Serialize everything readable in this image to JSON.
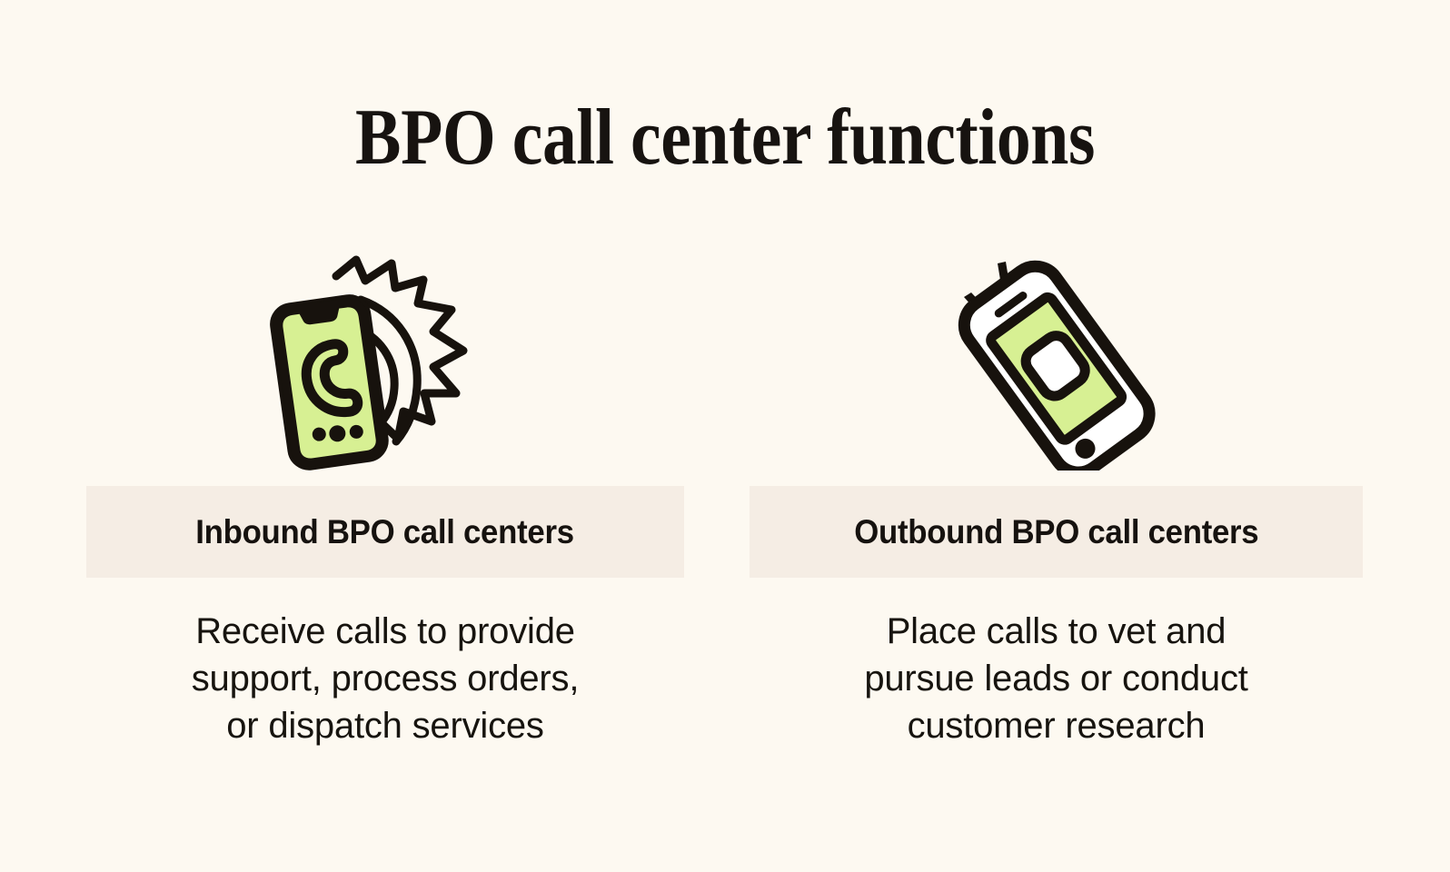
{
  "page": {
    "title": "BPO call center functions",
    "background_color": "#FDF9F1",
    "band_color": "#F5EDE4",
    "accent_green": "#D7F093",
    "ink_color": "#171310"
  },
  "columns": [
    {
      "id": "inbound",
      "icon_name": "ringing-smartphone-icon",
      "heading": "Inbound BPO call centers",
      "description_lines": [
        "Receive calls to provide",
        "support, process orders,",
        "or dispatch services"
      ]
    },
    {
      "id": "outbound",
      "icon_name": "tilted-dialing-phone-icon",
      "heading": "Outbound BPO call centers",
      "description_lines": [
        "Place calls to vet and",
        "pursue leads or conduct",
        "customer research"
      ]
    }
  ]
}
